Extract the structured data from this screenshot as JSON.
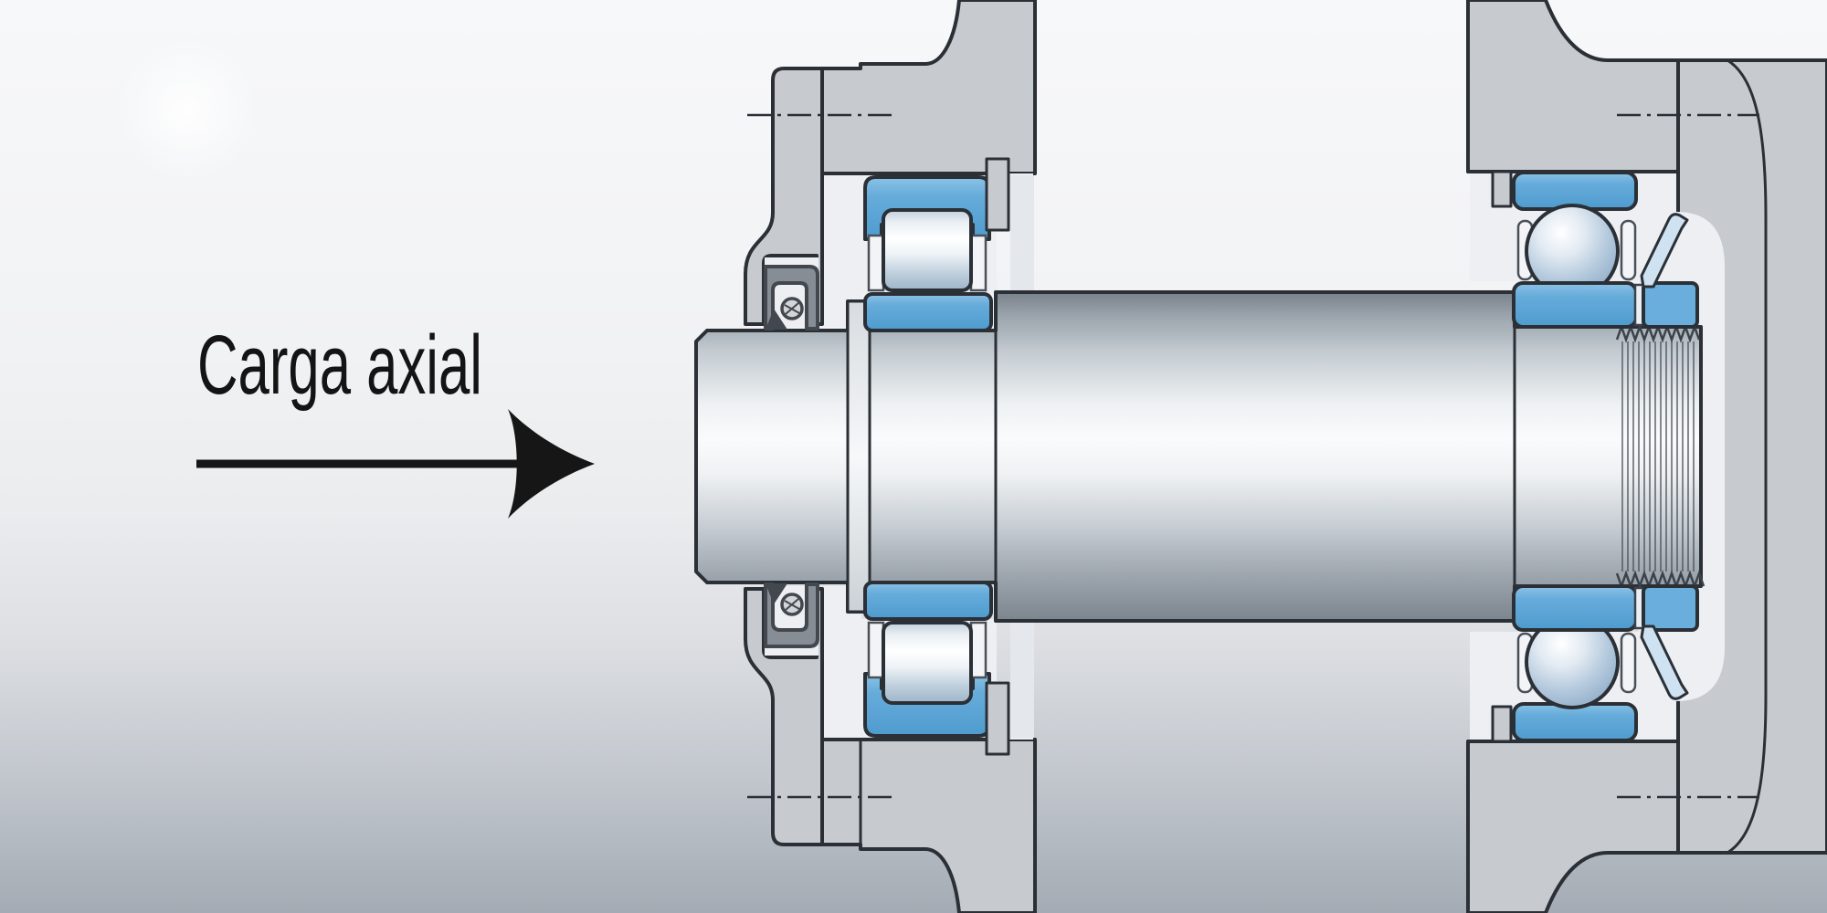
{
  "diagram": {
    "type": "bearing-arrangement-cross-section",
    "label": "Carga axial",
    "arrow_direction": "right",
    "components": [
      "axial-load-label",
      "axial-load-arrow",
      "left-housing-end-cover",
      "left-housing-body",
      "radial-shaft-seal",
      "cylindrical-roller-bearing",
      "roller",
      "roller-cage",
      "shaft",
      "shaft-abutment-collar",
      "snap-ring",
      "deep-groove-ball-bearing",
      "ball",
      "ball-cage",
      "threaded-shaft-end",
      "lock-washer",
      "locknut",
      "right-housing-body",
      "housing-flange-contour",
      "center-lines"
    ],
    "colors": {
      "background_top": "#f7f8fa",
      "background_bottom": "#a4abb4",
      "housing_gray": "#c7cbd0",
      "cavity_white": "#edeff3",
      "relief_light": "#e4e7ec",
      "bearing_blue": "#5ea7d8",
      "bearing_blue_light": "#8cc2e6",
      "bearing_blue_dark": "#4f9bce",
      "locknut_blue": "#69aedc",
      "washer_blue": "#cfe2f2",
      "seal_gray": "#868d94",
      "seal_dark": "#43484e",
      "outline": "#2b3036",
      "label_color": "#141414",
      "arrow_color": "#161616"
    }
  }
}
